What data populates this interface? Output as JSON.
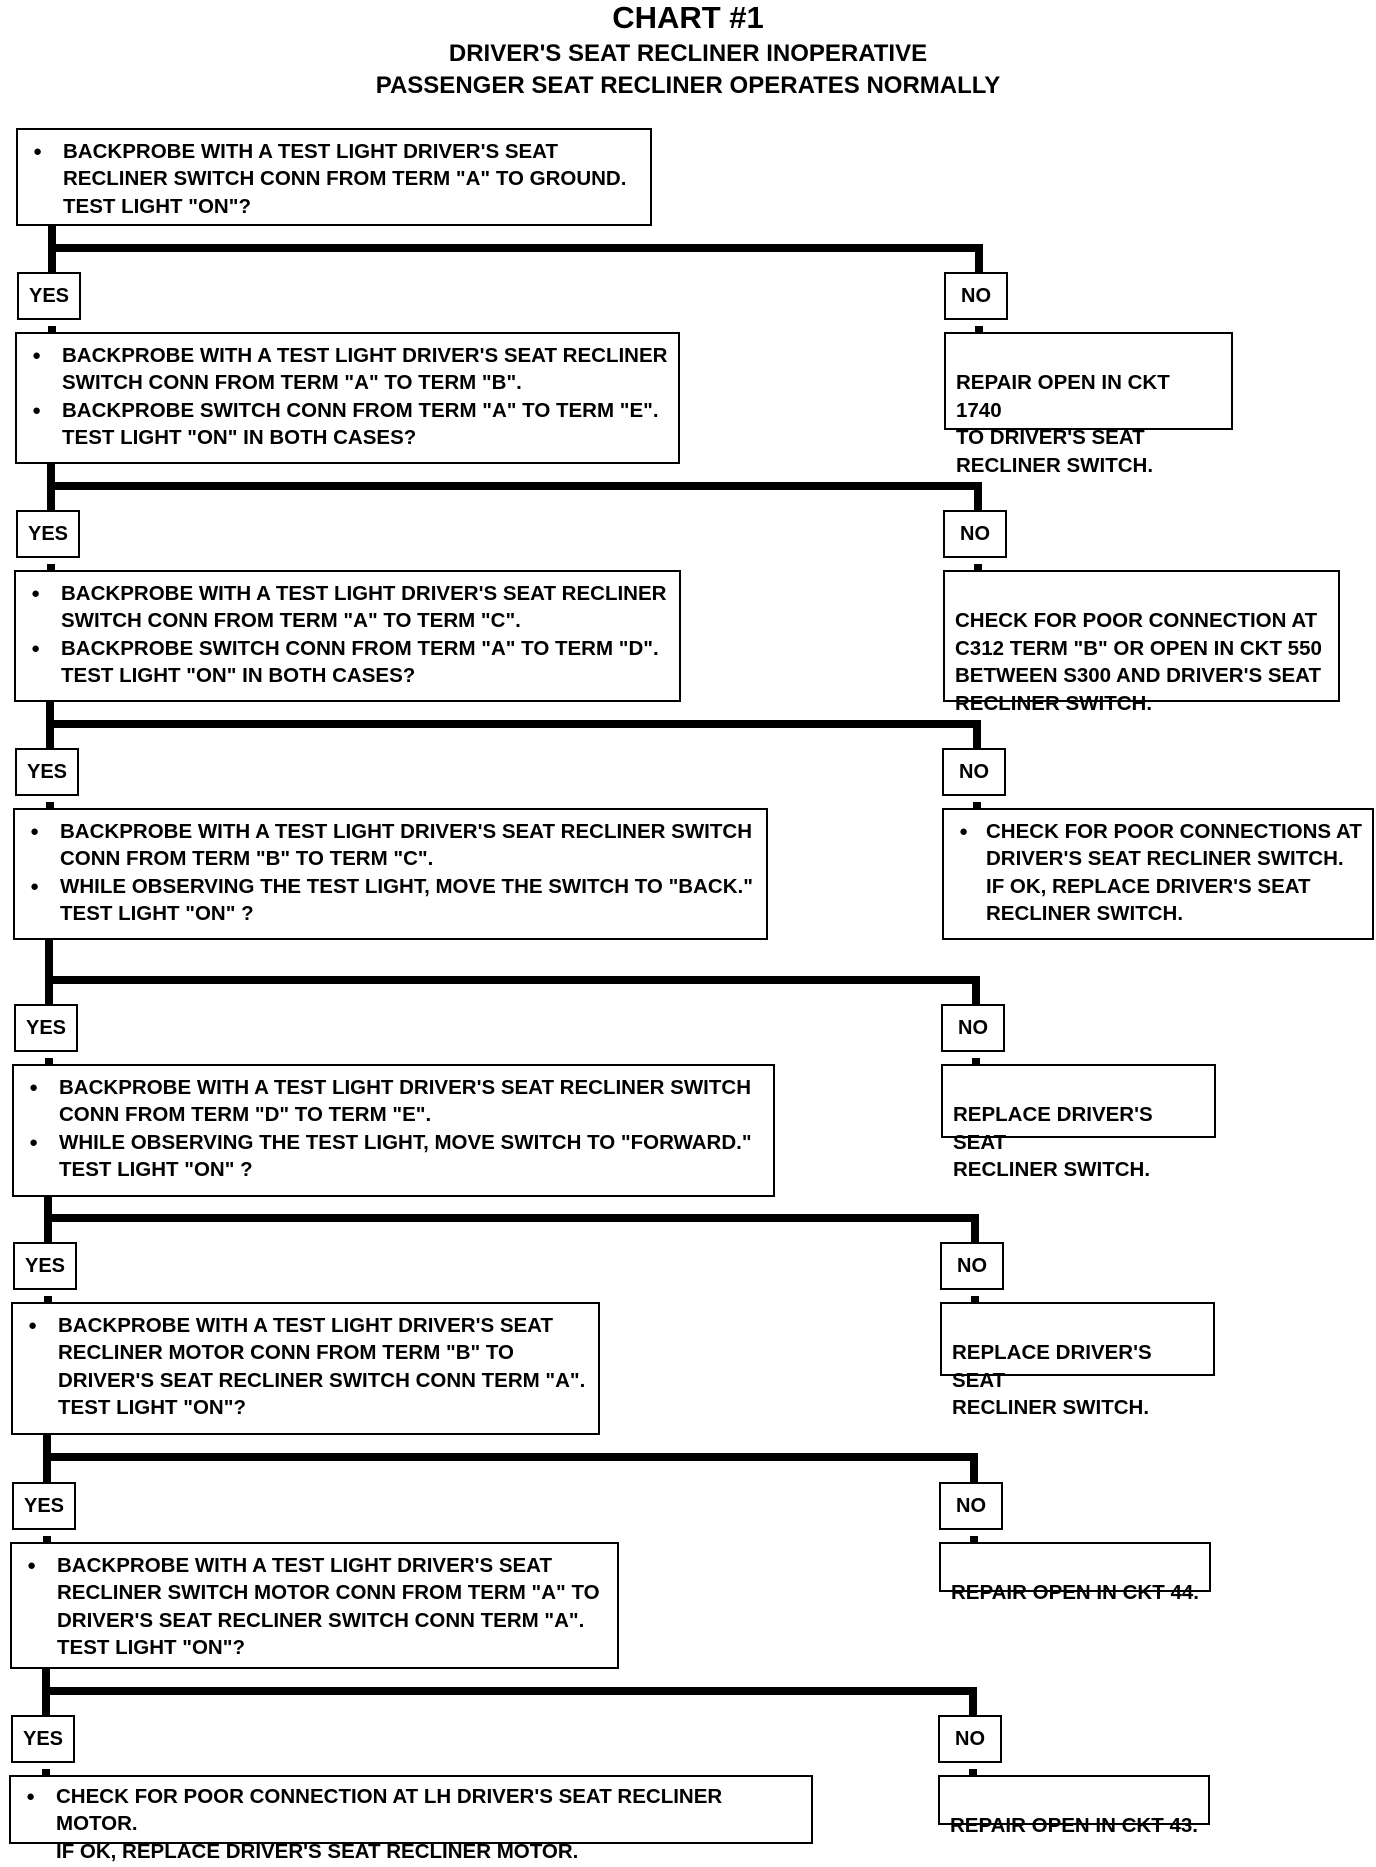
{
  "header": {
    "title": "CHART #1",
    "subtitle_1": "DRIVER'S SEAT RECLINER INOPERATIVE",
    "subtitle_2": "PASSENGER SEAT RECLINER OPERATES NORMALLY"
  },
  "branch_labels": {
    "yes": "YES",
    "no": "NO"
  },
  "steps": [
    {
      "bullets": [
        "BACKPROBE WITH A TEST LIGHT DRIVER'S SEAT\nRECLINER SWITCH CONN FROM TERM \"A\" TO GROUND.\nTEST LIGHT \"ON\"?"
      ]
    },
    {
      "bullets": [
        "BACKPROBE WITH A TEST LIGHT DRIVER'S SEAT RECLINER\nSWITCH CONN FROM TERM \"A\" TO TERM \"B\".",
        "BACKPROBE SWITCH CONN FROM TERM \"A\" TO TERM \"E\".\nTEST LIGHT \"ON\" IN BOTH CASES?"
      ]
    },
    {
      "bullets": [
        "BACKPROBE WITH A TEST LIGHT DRIVER'S SEAT RECLINER\nSWITCH CONN FROM TERM \"A\" TO TERM \"C\".",
        "BACKPROBE SWITCH CONN FROM TERM \"A\" TO TERM \"D\".\nTEST LIGHT \"ON\" IN BOTH CASES?"
      ]
    },
    {
      "bullets": [
        "BACKPROBE WITH A TEST LIGHT DRIVER'S SEAT RECLINER SWITCH\nCONN FROM TERM \"B\" TO TERM \"C\".",
        "WHILE OBSERVING THE TEST LIGHT, MOVE THE SWITCH TO \"BACK.\"\nTEST LIGHT \"ON\" ?"
      ]
    },
    {
      "bullets": [
        "BACKPROBE WITH A TEST LIGHT DRIVER'S SEAT RECLINER SWITCH\nCONN FROM TERM \"D\" TO TERM \"E\".",
        "WHILE OBSERVING THE TEST LIGHT, MOVE SWITCH TO \"FORWARD.\"\nTEST LIGHT \"ON\" ?"
      ]
    },
    {
      "bullets": [
        "BACKPROBE WITH A TEST LIGHT DRIVER'S SEAT\nRECLINER MOTOR CONN FROM TERM \"B\" TO\nDRIVER'S SEAT  RECLINER SWITCH CONN TERM \"A\".\nTEST LIGHT \"ON\"?"
      ]
    },
    {
      "bullets": [
        "BACKPROBE WITH A TEST LIGHT DRIVER'S SEAT\nRECLINER SWITCH MOTOR CONN FROM TERM \"A\" TO\nDRIVER'S SEAT RECLINER SWITCH CONN TERM \"A\".\nTEST LIGHT \"ON\"?"
      ]
    },
    {
      "bullets": [
        "CHECK FOR POOR CONNECTION AT LH DRIVER'S SEAT RECLINER MOTOR.\nIF OK, REPLACE DRIVER'S SEAT RECLINER MOTOR."
      ]
    }
  ],
  "outcomes": [
    {
      "text": "REPAIR OPEN IN CKT 1740\nTO DRIVER'S SEAT\nRECLINER  SWITCH."
    },
    {
      "text": "CHECK FOR POOR CONNECTION AT\nC312 TERM \"B\" OR OPEN IN CKT 550\nBETWEEN S300 AND DRIVER'S SEAT\nRECLINER SWITCH."
    },
    {
      "text": "CHECK FOR POOR CONNECTIONS AT\nDRIVER'S SEAT RECLINER SWITCH.\nIF OK, REPLACE DRIVER'S SEAT\nRECLINER SWITCH.",
      "bulleted": true
    },
    {
      "text": "REPLACE DRIVER'S SEAT\nRECLINER SWITCH."
    },
    {
      "text": "REPLACE DRIVER'S SEAT\nRECLINER SWITCH."
    },
    {
      "text": "REPAIR OPEN IN CKT 44."
    },
    {
      "text": "REPAIR OPEN IN CKT 43."
    }
  ]
}
